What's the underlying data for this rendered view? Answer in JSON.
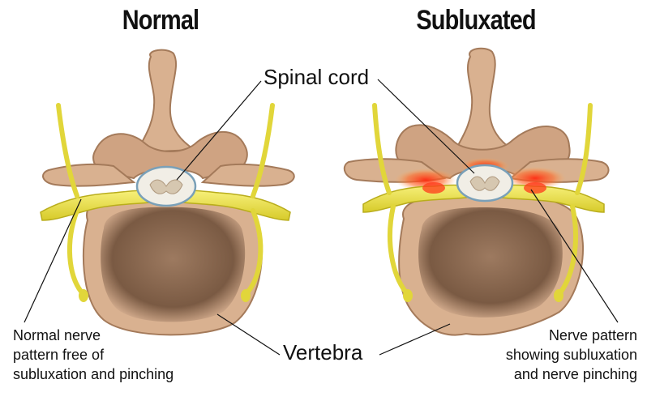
{
  "titles": {
    "normal": "Normal",
    "subluxated": "Subluxated"
  },
  "labels": {
    "spinal_cord": "Spinal cord",
    "vertebra": "Vertebra",
    "normal_desc": [
      "Normal nerve",
      "pattern free of",
      "subluxation and pinching"
    ],
    "sub_desc": [
      "Nerve pattern",
      "showing subluxation",
      "and nerve pinching"
    ]
  },
  "colors": {
    "bone": "#d9b190",
    "bone_dark": "#a47a5a",
    "body_inner": "#8b6a52",
    "nerve": "#ece243",
    "nerve_edge": "#b9ad1c",
    "inflammation": "#f04a2a",
    "cord": "#f1eee6"
  }
}
